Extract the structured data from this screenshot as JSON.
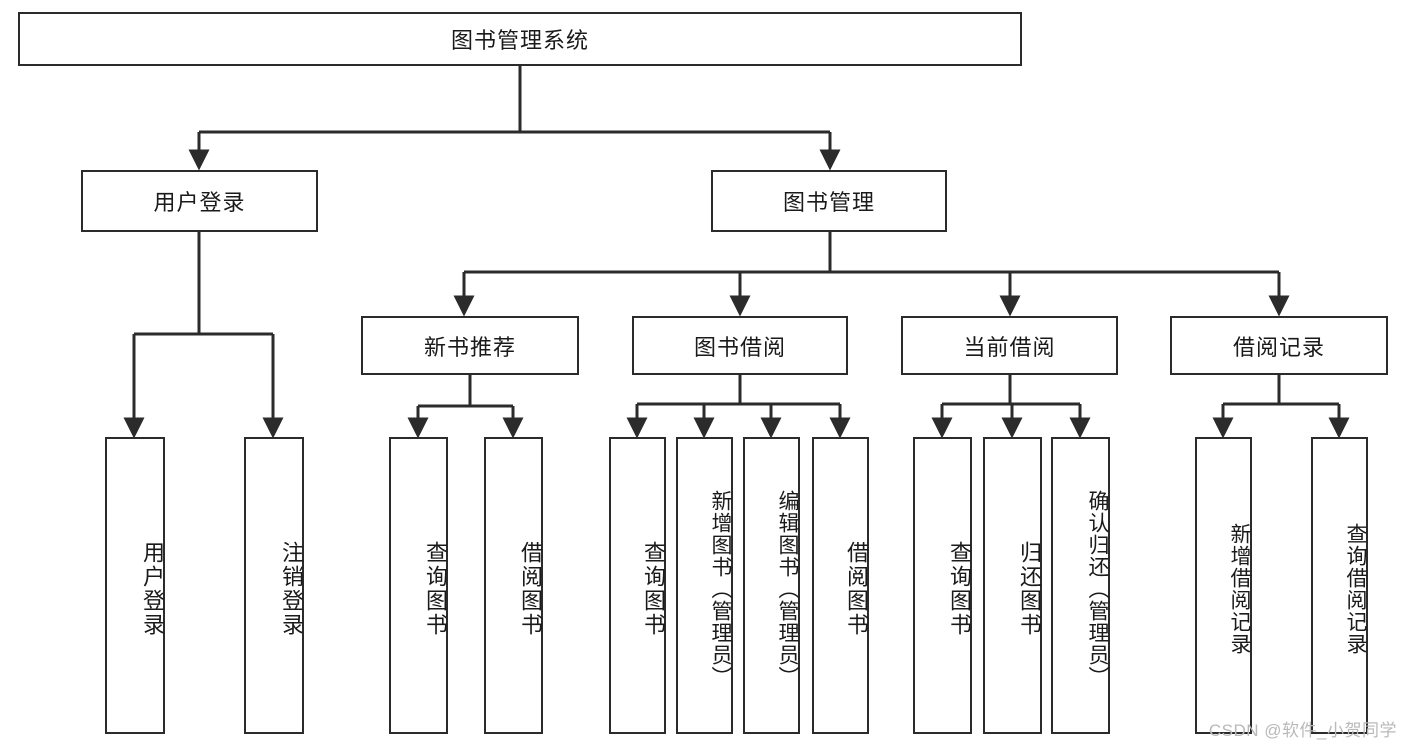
{
  "diagram": {
    "title": "图书管理系统",
    "root": {
      "label": "图书管理系统"
    },
    "level2": [
      {
        "label": "用户登录"
      },
      {
        "label": "图书管理"
      }
    ],
    "level3": [
      {
        "label": "新书推荐"
      },
      {
        "label": "图书借阅"
      },
      {
        "label": "当前借阅"
      },
      {
        "label": "借阅记录"
      }
    ],
    "leaves": [
      {
        "label": "用户登录"
      },
      {
        "label": "注销登录"
      },
      {
        "label": "查询图书"
      },
      {
        "label": "借阅图书"
      },
      {
        "label": "查询图书"
      },
      {
        "label": "新增图书（管理员）"
      },
      {
        "label": "编辑图书（管理员）"
      },
      {
        "label": "借阅图书"
      },
      {
        "label": "查询图书"
      },
      {
        "label": "归还图书"
      },
      {
        "label": "确认归还（管理员）"
      },
      {
        "label": "新增借阅记录"
      },
      {
        "label": "查询借阅记录"
      }
    ]
  },
  "watermark": {
    "text": "CSDN @软件_小贺同学"
  },
  "colors": {
    "stroke": "#2b2b2b",
    "background": "#ffffff",
    "text": "#1a1a1a",
    "watermark": "#b9b9b9"
  }
}
